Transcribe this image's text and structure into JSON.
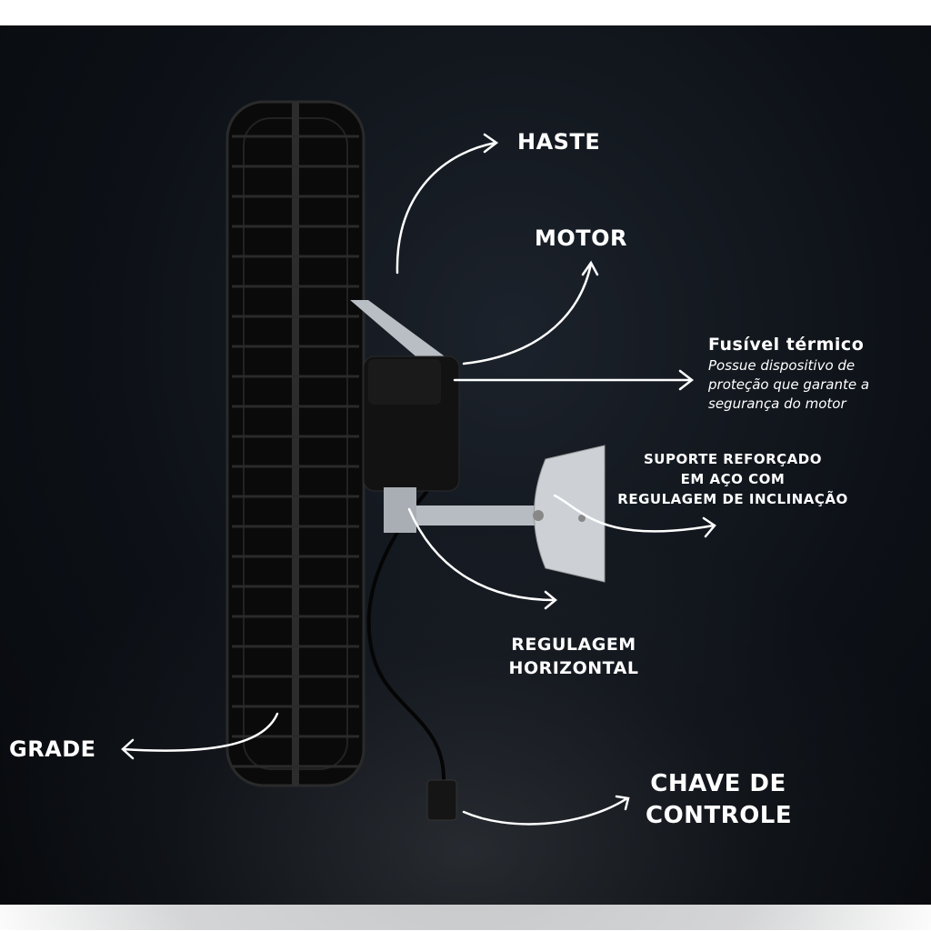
{
  "labels": {
    "haste": "HASTE",
    "motor": "MOTOR",
    "fusivel_title": "Fusível térmico",
    "fusivel_desc": [
      "Possue dispositivo de",
      "proteção que garante a",
      "segurança do motor"
    ],
    "suporte": [
      "SUPORTE REFORÇADO",
      "EM AÇO COM",
      "REGULAGEM DE INCLINAÇÃO"
    ],
    "regulagem": [
      "REGULAGEM",
      "HORIZONTAL"
    ],
    "grade": "GRADE",
    "chave": [
      "CHAVE DE",
      "CONTROLE"
    ]
  },
  "colors": {
    "background": "#0d1117",
    "text": "#ffffff",
    "bracket": "#c9cdd2",
    "fan": "#111111"
  }
}
